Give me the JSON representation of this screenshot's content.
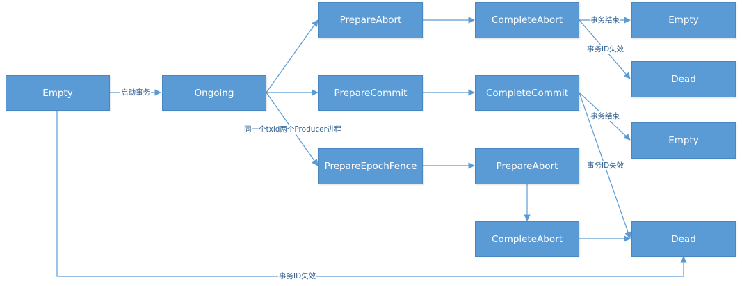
{
  "colors": {
    "node_fill": "#5b9bd5",
    "node_text": "#ffffff",
    "edge": "#5b9bd5",
    "edge_label": "#2f5f8f"
  },
  "nodes": {
    "empty_start": "Empty",
    "ongoing": "Ongoing",
    "prepare_abort": "PrepareAbort",
    "complete_abort": "CompleteAbort",
    "empty_after_abort": "Empty",
    "dead_after_abort": "Dead",
    "prepare_commit": "PrepareCommit",
    "complete_commit": "CompleteCommit",
    "empty_after_commit": "Empty",
    "prepare_epoch_fence": "PrepareEpochFence",
    "fence_prepare_abort": "PrepareAbort",
    "fence_complete_abort": "CompleteAbort",
    "dead_final": "Dead"
  },
  "edge_labels": {
    "start_transaction": "启动事务",
    "abort_txn_end": "事务结束",
    "abort_id_expired": "事务ID失效",
    "same_txid_two_producers": "同一个txid两个Producer进程",
    "commit_txn_end": "事务结束",
    "commit_id_expired": "事务ID失效",
    "empty_id_expired": "事务ID失效"
  }
}
